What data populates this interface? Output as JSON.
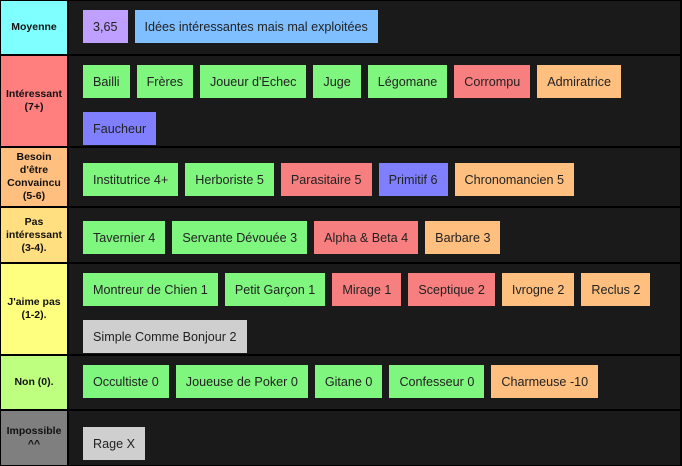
{
  "colors": {
    "green": "#7ff77f",
    "red": "#f87f7f",
    "orange": "#ffbf7f",
    "purple": "#7f7fff",
    "violet": "#bf9fff",
    "blue": "#7fbfff",
    "gray": "#cfcfcf",
    "row_background": "#1a1a1a",
    "divider": "#000000"
  },
  "tiers": [
    {
      "label_lines": [
        "Moyenne"
      ],
      "label_color": "#7fffff",
      "items": [
        {
          "text": "3,65",
          "color": "violet"
        },
        {
          "text": "Idées intéressantes mais mal exploitées",
          "color": "blue"
        }
      ]
    },
    {
      "label_lines": [
        "Intéressant",
        "(7+)"
      ],
      "label_color": "#ff7f7f",
      "items": [
        {
          "text": "Bailli",
          "color": "green"
        },
        {
          "text": "Frères",
          "color": "green"
        },
        {
          "text": "Joueur d'Echec",
          "color": "green"
        },
        {
          "text": "Juge",
          "color": "green"
        },
        {
          "text": "Légomane",
          "color": "green"
        },
        {
          "text": "Corrompu",
          "color": "red"
        },
        {
          "text": "Admiratrice",
          "color": "orange"
        },
        {
          "text": "Faucheur",
          "color": "purple"
        }
      ]
    },
    {
      "label_lines": [
        "Besoin",
        "d'être",
        "Convaincu",
        "(5-6)"
      ],
      "label_color": "#ffbf7f",
      "items": [
        {
          "text": "Institutrice 4+",
          "color": "green"
        },
        {
          "text": "Herboriste 5",
          "color": "green"
        },
        {
          "text": "Parasitaire 5",
          "color": "red"
        },
        {
          "text": "Primitif 6",
          "color": "purple"
        },
        {
          "text": "Chronomancien 5",
          "color": "orange"
        }
      ]
    },
    {
      "label_lines": [
        "Pas",
        "intéressant",
        "(3-4)."
      ],
      "label_color": "#ffdf7f",
      "items": [
        {
          "text": "Tavernier 4",
          "color": "green"
        },
        {
          "text": "Servante Dévouée 3",
          "color": "green"
        },
        {
          "text": "Alpha & Beta 4",
          "color": "red"
        },
        {
          "text": "Barbare 3",
          "color": "orange"
        }
      ]
    },
    {
      "label_lines": [
        "J'aime pas",
        "(1-2)."
      ],
      "label_color": "#ffff7f",
      "items": [
        {
          "text": "Montreur de Chien 1",
          "color": "green"
        },
        {
          "text": "Petit Garçon 1",
          "color": "green"
        },
        {
          "text": "Mirage 1",
          "color": "red"
        },
        {
          "text": "Sceptique 2",
          "color": "red"
        },
        {
          "text": "Ivrogne 2",
          "color": "orange"
        },
        {
          "text": "Reclus 2",
          "color": "orange"
        },
        {
          "text": "Simple Comme Bonjour 2",
          "color": "gray"
        }
      ]
    },
    {
      "label_lines": [
        "Non (0)."
      ],
      "label_color": "#bfff7f",
      "items": [
        {
          "text": "Occultiste 0",
          "color": "green"
        },
        {
          "text": "Joueuse de Poker 0",
          "color": "green"
        },
        {
          "text": "Gitane 0",
          "color": "green"
        },
        {
          "text": "Confesseur 0",
          "color": "green"
        },
        {
          "text": "Charmeuse -10",
          "color": "orange"
        }
      ]
    },
    {
      "label_lines": [
        "Impossible",
        "^^"
      ],
      "label_color": "#7f7f7f",
      "items": [
        {
          "text": "Rage X",
          "color": "gray"
        }
      ]
    }
  ]
}
